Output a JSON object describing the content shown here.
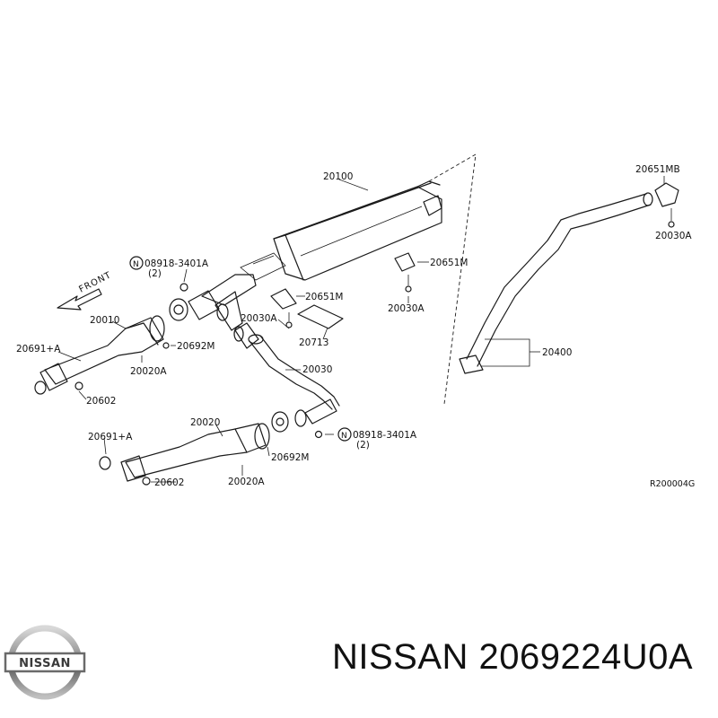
{
  "diagram": {
    "direction_label": "FRONT",
    "reference_code": "R200004G",
    "labels": {
      "muffler": "20100",
      "mount_rear_top": "20651MB",
      "bolt_rear_top": "20030A",
      "mount_mid": "20651M",
      "bolt_mid": "20030A",
      "mount_left": "20651M",
      "bolt_left": "20030A",
      "heat_shield": "20713",
      "tail_pipe": "20400",
      "center_pipe": "20030",
      "nut_upper": "08918-3401A",
      "nut_upper_qty": "(2)",
      "nut_lower": "08918-3401A",
      "nut_lower_qty": "(2)",
      "front_pipe_upper": "20010",
      "front_pipe_lower": "20020",
      "gasket_upper": "20692M",
      "gasket_lower": "20692M",
      "stud_upper": "20020A",
      "stud_lower": "20020A",
      "ring_upper": "20691+A",
      "ring_lower": "20691+A",
      "nut_flange_upper": "20602",
      "nut_flange_lower": "20602",
      "nut_symbol": "N"
    }
  },
  "brand": {
    "logo_text": "NISSAN",
    "caption": "NISSAN 2069224U0A"
  },
  "icons": {
    "direction": "arrow-left-icon",
    "logo": "nissan-logo-icon"
  }
}
